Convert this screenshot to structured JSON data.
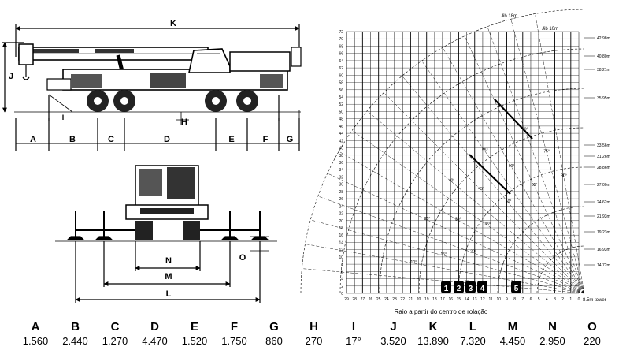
{
  "side_view": {
    "dimension_letters": [
      "A",
      "B",
      "C",
      "D",
      "E",
      "F",
      "G"
    ],
    "overall_length_letter": "K",
    "height_letter": "J",
    "ground_clearance_letter": "H",
    "angle_letter": "I"
  },
  "front_view": {
    "dimension_letters": [
      "N",
      "M",
      "L"
    ],
    "offset_letter": "O"
  },
  "load_chart": {
    "x_axis_title": "Raio a partir do centro de rolação",
    "x_ticks": [
      "29",
      "28",
      "27",
      "26",
      "25",
      "24",
      "23",
      "22",
      "21",
      "20",
      "19",
      "18",
      "17",
      "16",
      "15",
      "14",
      "13",
      "12",
      "11",
      "10",
      "9",
      "8",
      "7",
      "6",
      "5",
      "4",
      "3",
      "2",
      "1",
      "0"
    ],
    "y_ticks": [
      "72",
      "70",
      "68",
      "66",
      "64",
      "62",
      "60",
      "58",
      "56",
      "54",
      "52",
      "50",
      "48",
      "46",
      "44",
      "42",
      "40",
      "38",
      "36",
      "34",
      "32",
      "30",
      "28",
      "26",
      "24",
      "22",
      "20",
      "18",
      "16",
      "14",
      "12",
      "10",
      "8",
      "6",
      "4",
      "2",
      "0"
    ],
    "boom_labels": [
      "42.98m",
      "40.80m",
      "38.21m",
      "35.95m",
      "33.56m",
      "31.26m",
      "28.86m",
      "27.00m",
      "24.62m",
      "21.93m",
      "19.23m",
      "16.93m",
      "14.72m"
    ],
    "angle_labels": [
      "80°",
      "75°",
      "70°",
      "65°",
      "60°",
      "55°",
      "50°",
      "45°",
      "40°",
      "35°",
      "30°",
      "25°",
      "20°",
      "15°",
      "10°",
      "5°"
    ],
    "jib_labels": [
      "Jib 10m",
      "Jib 18m"
    ],
    "badges": [
      "1",
      "2",
      "3",
      "4",
      "5"
    ],
    "corner_note": "8.5m tower"
  },
  "dimensions": [
    {
      "key": "A",
      "value": "1.560"
    },
    {
      "key": "B",
      "value": "2.440"
    },
    {
      "key": "C",
      "value": "1.270"
    },
    {
      "key": "D",
      "value": "4.470"
    },
    {
      "key": "E",
      "value": "1.520"
    },
    {
      "key": "F",
      "value": "1.750"
    },
    {
      "key": "G",
      "value": "860"
    },
    {
      "key": "H",
      "value": "270"
    },
    {
      "key": "I",
      "value": "17°"
    },
    {
      "key": "J",
      "value": "3.520"
    },
    {
      "key": "K",
      "value": "13.890"
    },
    {
      "key": "L",
      "value": "7.320"
    },
    {
      "key": "M",
      "value": "4.450"
    },
    {
      "key": "N",
      "value": "2.950"
    },
    {
      "key": "O",
      "value": "220"
    }
  ]
}
